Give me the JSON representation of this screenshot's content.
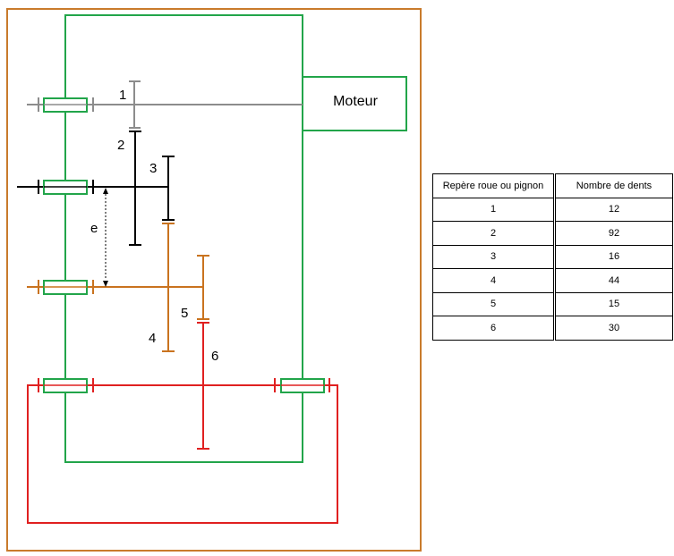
{
  "labels": {
    "gear_1": "1",
    "gear_2": "2",
    "gear_3": "3",
    "gear_4": "4",
    "gear_5": "5",
    "gear_6": "6",
    "distance": "e",
    "motor": "Moteur"
  },
  "table": {
    "headers": [
      "Repère roue ou pignon",
      "Nombre de dents"
    ],
    "rows": [
      [
        "1",
        "12"
      ],
      [
        "2",
        "92"
      ],
      [
        "3",
        "16"
      ],
      [
        "4",
        "44"
      ],
      [
        "5",
        "15"
      ],
      [
        "6",
        "30"
      ]
    ]
  },
  "colors": {
    "frame": "#c97b2c",
    "housing": "#22a54a",
    "shaft_1": "#8c8c8c",
    "shaft_2": "#000000",
    "shaft_3": "#c9731f",
    "shaft_4": "#e02020"
  }
}
